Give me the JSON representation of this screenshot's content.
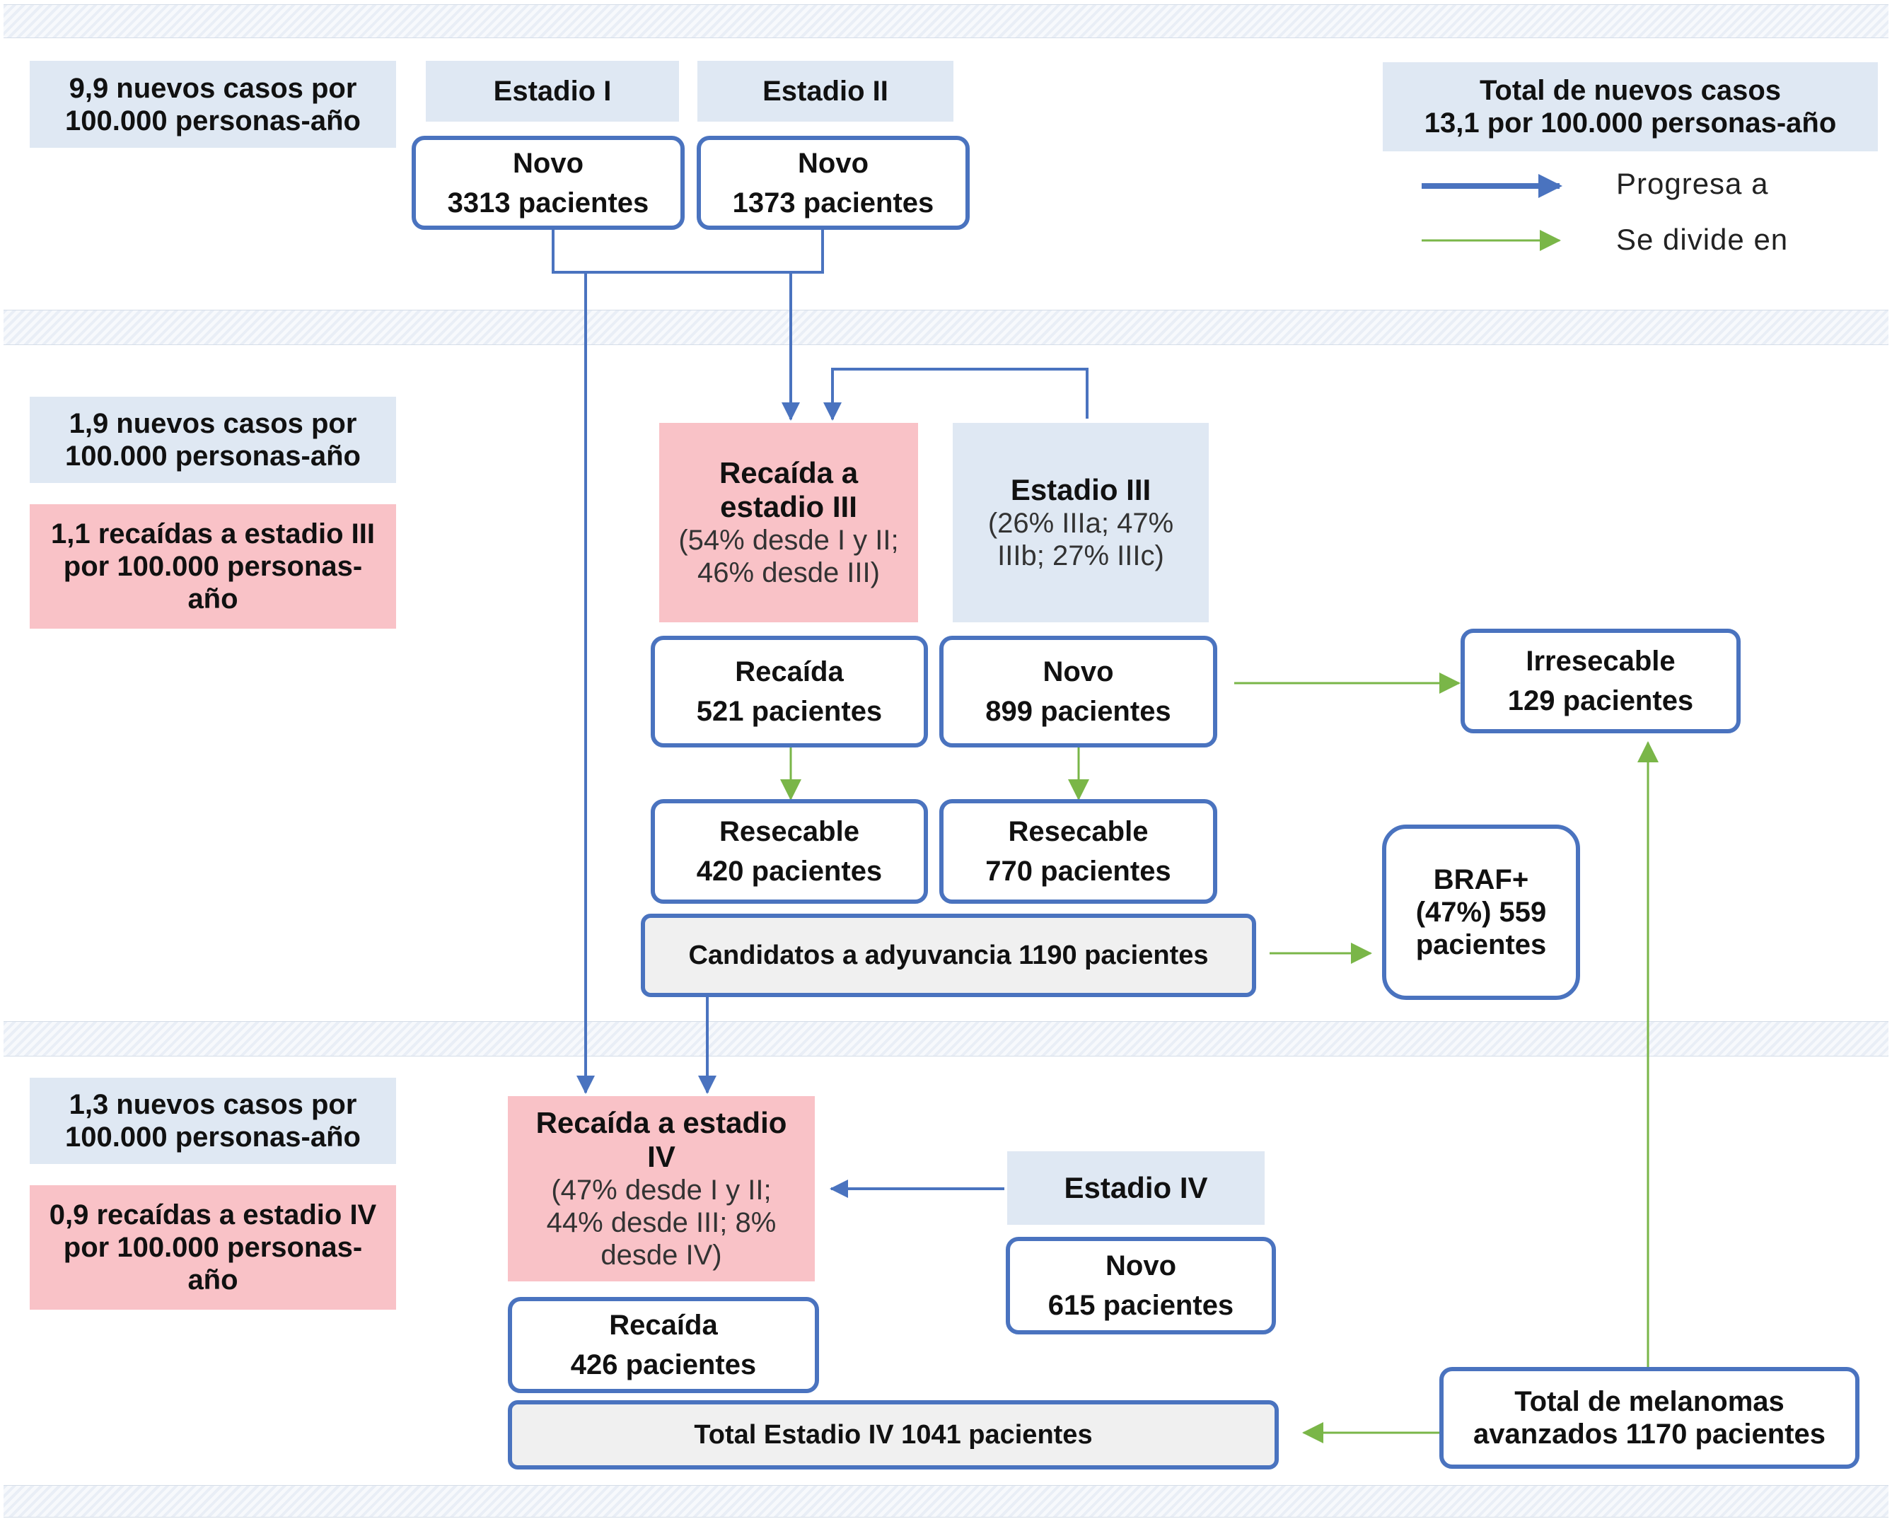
{
  "left_panels": {
    "rate_stage_1_2": "9,9 nuevos casos por 100.000 personas-año",
    "rate_stage_3": "1,9 nuevos casos por 100.000 personas-año",
    "relapse_stage_3": "1,1 recaídas a estadio III por 100.000 personas-año",
    "rate_stage_4": "1,3 nuevos casos por 100.000 personas-año",
    "relapse_stage_4": "0,9 recaídas a estadio IV por 100.000 personas-año"
  },
  "top": {
    "stage1_header": "Estadio I",
    "stage2_header": "Estadio II",
    "stage1_box_line1": "Novo",
    "stage1_box_line2": "3313 pacientes",
    "stage2_box_line1": "Novo",
    "stage2_box_line2": "1373 pacientes",
    "total_line1": "Total de nuevos casos",
    "total_line2": "13,1 por 100.000 personas-año"
  },
  "legend": {
    "progresses_to": "Progresa a",
    "splits_into": "Se divide en",
    "colors": {
      "progresses": "#4a73bf",
      "splits": "#7ab648"
    }
  },
  "stage3": {
    "relapse_header_bold": "Recaída a estadio III",
    "relapse_header_detail": "(54% desde I y II; 46% desde III)",
    "header_bold": "Estadio III",
    "header_detail": "(26% IIIa; 47% IIIb; 27% IIIc)",
    "relapse_box_line1": "Recaída",
    "relapse_box_line2": "521 pacientes",
    "novo_box_line1": "Novo",
    "novo_box_line2": "899 pacientes",
    "resectable_a_line1": "Resecable",
    "resectable_a_line2": "420 pacientes",
    "resectable_b_line1": "Resecable",
    "resectable_b_line2": "770 pacientes",
    "adjuvant": "Candidatos a adyuvancia 1190 pacientes",
    "unresectable_line1": "Irresecable",
    "unresectable_line2": "129 pacientes",
    "braf": "BRAF+ (47%) 559 pacientes"
  },
  "stage4": {
    "relapse_header_bold": "Recaída a estadio IV",
    "relapse_header_detail": "(47% desde I y II; 44% desde III; 8% desde IV)",
    "header": "Estadio IV",
    "novo_line1": "Novo",
    "novo_line2": "615 pacientes",
    "relapse_box_line1": "Recaída",
    "relapse_box_line2": "426 pacientes",
    "total_stage4": "Total Estadio IV 1041 pacientes",
    "total_advanced": "Total de melanomas avanzados 1170 pacientes"
  }
}
